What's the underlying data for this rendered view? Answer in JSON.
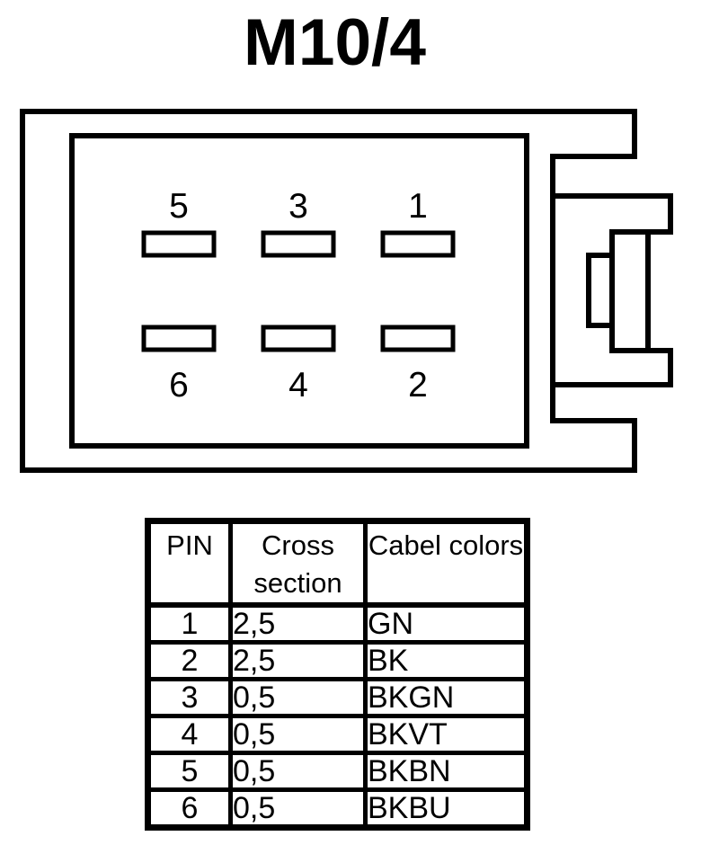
{
  "title": "M10/4",
  "connector": {
    "pins": [
      {
        "label": "5"
      },
      {
        "label": "3"
      },
      {
        "label": "1"
      },
      {
        "label": "6"
      },
      {
        "label": "4"
      },
      {
        "label": "2"
      }
    ]
  },
  "table": {
    "headers": {
      "pin": "PIN",
      "cross_section": "Cross section",
      "cabel_colors": "Cabel colors"
    },
    "rows": [
      {
        "pin": "1",
        "cross_section": "2,5",
        "cabel_color": "GN"
      },
      {
        "pin": "2",
        "cross_section": "2,5",
        "cabel_color": "BK"
      },
      {
        "pin": "3",
        "cross_section": "0,5",
        "cabel_color": "BKGN"
      },
      {
        "pin": "4",
        "cross_section": "0,5",
        "cabel_color": "BKVT"
      },
      {
        "pin": "5",
        "cross_section": "0,5",
        "cabel_color": "BKBN"
      },
      {
        "pin": "6",
        "cross_section": "0,5",
        "cabel_color": "BKBU"
      }
    ]
  },
  "colors": {
    "line": "#000000",
    "background": "#ffffff"
  }
}
